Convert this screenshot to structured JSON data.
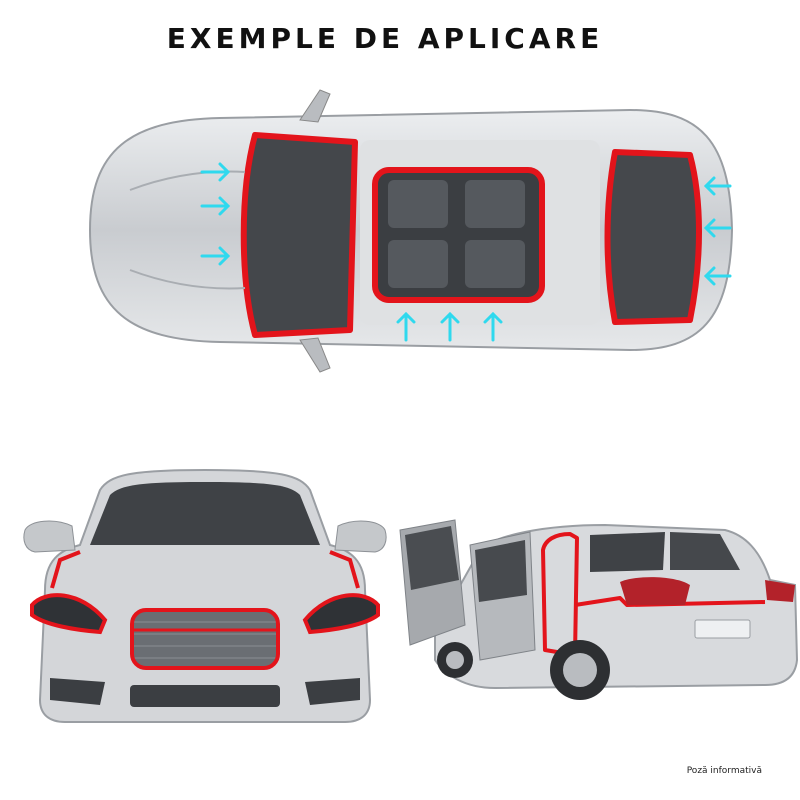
{
  "header": {
    "title": "EXEMPLE DE APLICARE"
  },
  "footer": {
    "caption": "Poză informativă"
  },
  "colors": {
    "seal": "#e3141b",
    "arrow": "#2fd9ee",
    "body": "#d6d8db",
    "glass": "#3b3e42"
  },
  "illustrations": [
    {
      "id": "top-view-car",
      "icon": "car-top-view-icon"
    },
    {
      "id": "front-view-car",
      "icon": "car-front-view-icon"
    },
    {
      "id": "rear-side-view-car",
      "icon": "car-rear-side-view-icon"
    }
  ]
}
